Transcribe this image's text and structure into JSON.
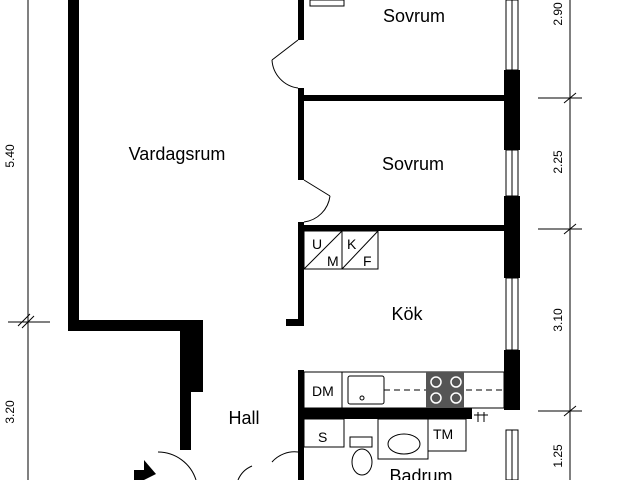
{
  "rooms": {
    "sovrum_upper": "Sovrum",
    "vardagsrum": "Vardagsrum",
    "sovrum_lower": "Sovrum",
    "kok": "Kök",
    "hall": "Hall",
    "badrum": "Badrum"
  },
  "appliances": {
    "u": "U",
    "m": "M",
    "k": "K",
    "f": "F",
    "dm": "DM",
    "s": "S",
    "tm": "TM"
  },
  "dimensions": {
    "left_upper": "5.40",
    "left_lower": "3.20",
    "right_1": "2.90",
    "right_2": "2.25",
    "right_3": "3.10",
    "right_4": "1.25"
  }
}
